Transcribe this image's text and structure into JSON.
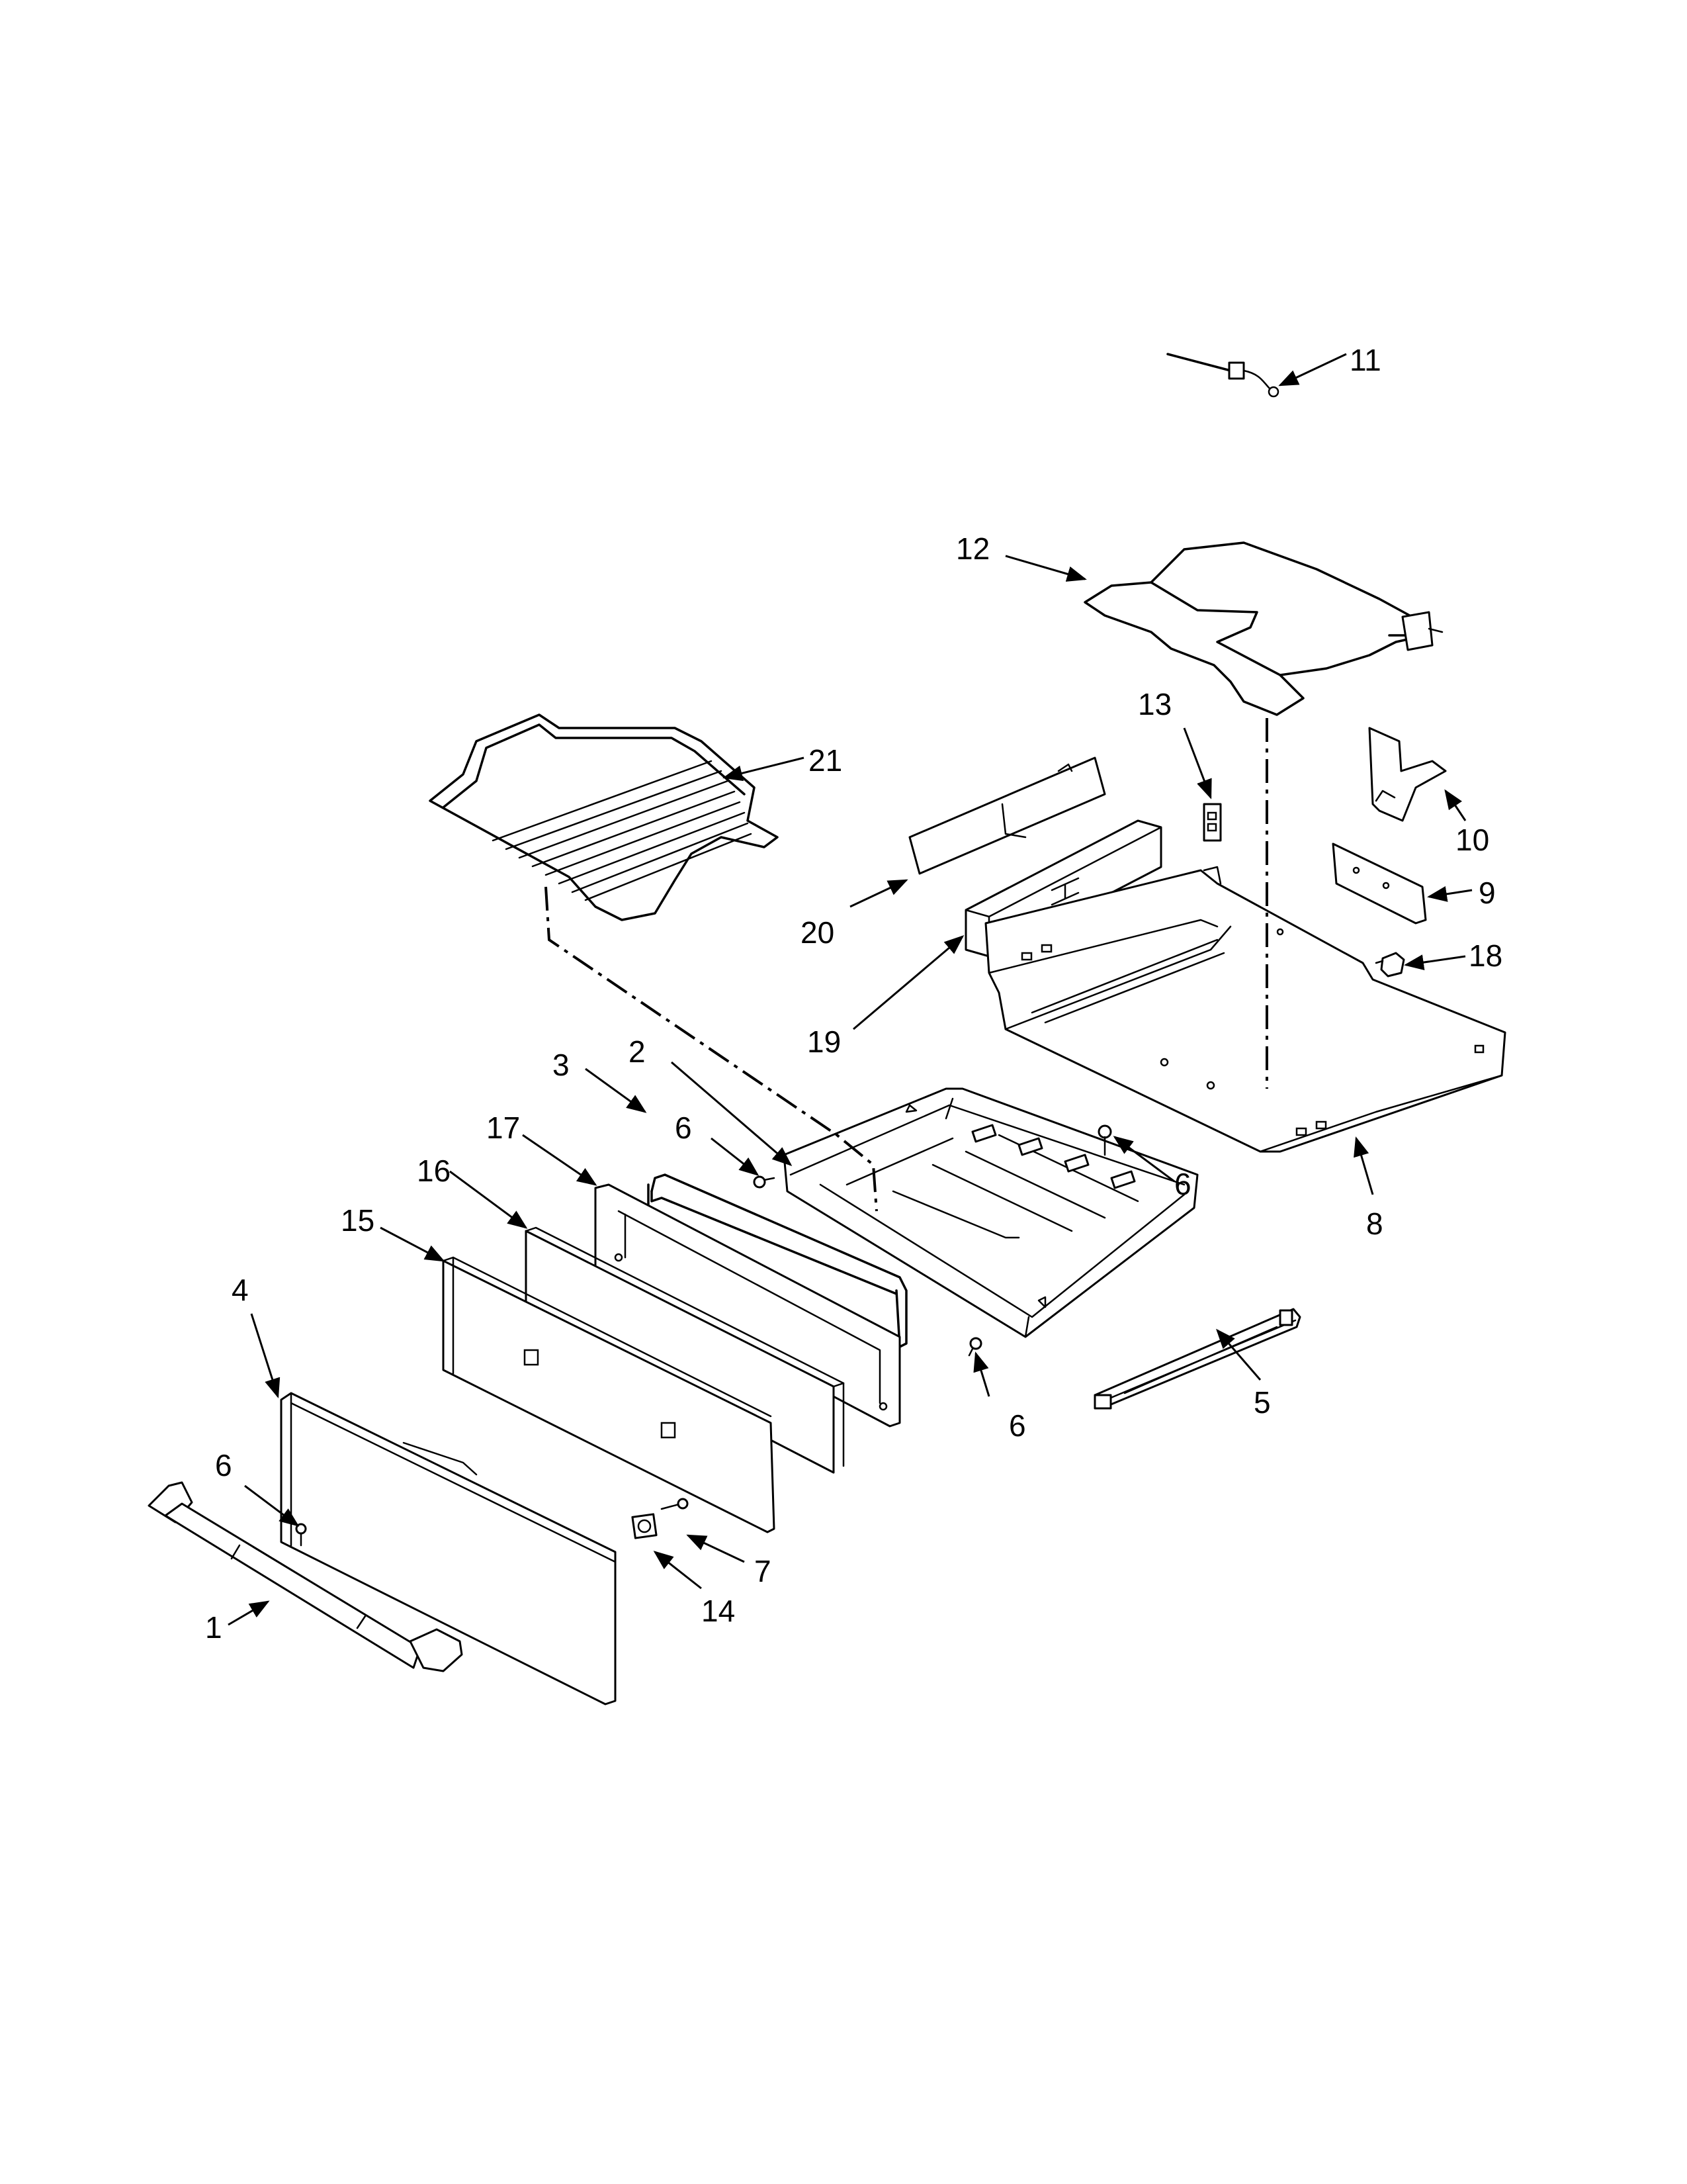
{
  "diagram": {
    "callouts": [
      {
        "id": "c11",
        "label": "11"
      },
      {
        "id": "c12",
        "label": "12"
      },
      {
        "id": "c21",
        "label": "21"
      },
      {
        "id": "c13",
        "label": "13"
      },
      {
        "id": "c10",
        "label": "10"
      },
      {
        "id": "c20",
        "label": "20"
      },
      {
        "id": "c9",
        "label": "9"
      },
      {
        "id": "c18",
        "label": "18"
      },
      {
        "id": "c19",
        "label": "19"
      },
      {
        "id": "c2",
        "label": "2"
      },
      {
        "id": "c3",
        "label": "3"
      },
      {
        "id": "c6a",
        "label": "6"
      },
      {
        "id": "c17",
        "label": "17"
      },
      {
        "id": "c6b",
        "label": "6"
      },
      {
        "id": "c16",
        "label": "16"
      },
      {
        "id": "c8",
        "label": "8"
      },
      {
        "id": "c15",
        "label": "15"
      },
      {
        "id": "c4",
        "label": "4"
      },
      {
        "id": "c5",
        "label": "5"
      },
      {
        "id": "c6c",
        "label": "6"
      },
      {
        "id": "c6d",
        "label": "6"
      },
      {
        "id": "c7",
        "label": "7"
      },
      {
        "id": "c14",
        "label": "14"
      },
      {
        "id": "c1",
        "label": "1"
      }
    ]
  }
}
